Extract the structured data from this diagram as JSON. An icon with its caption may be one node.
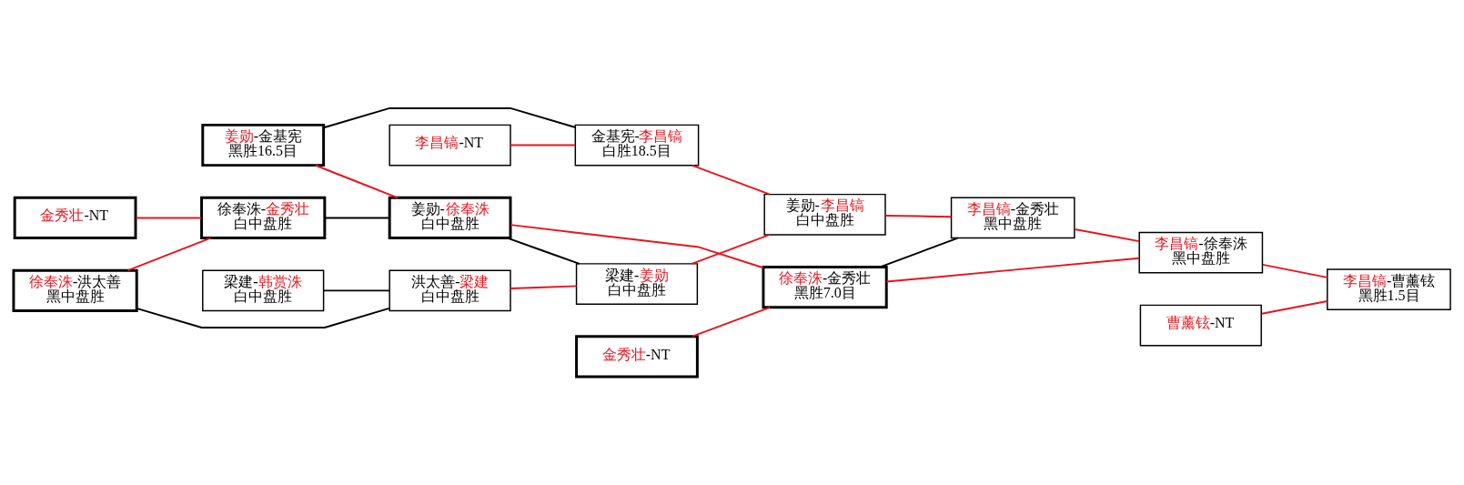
{
  "diagram": {
    "nodes": [
      {
        "text": [
          "金秀壮-NT"
        ]
      },
      {
        "text": [
          "徐奉洙-洪太善",
          "黑中盘胜"
        ]
      },
      {
        "text": [
          "姜勋-金基宪",
          "黑胜16.5目"
        ]
      },
      {
        "text": [
          "徐奉洙-金秀壮",
          "白中盘胜"
        ]
      },
      {
        "text": [
          "梁建-韩赏洙",
          "白中盘胜"
        ]
      },
      {
        "text": [
          "李昌镐-NT"
        ]
      },
      {
        "text": [
          "姜勋-徐奉洙",
          "白中盘胜"
        ]
      },
      {
        "text": [
          "洪太善-梁建",
          "白中盘胜"
        ]
      },
      {
        "text": [
          "金秀壮-NT"
        ]
      },
      {
        "text": [
          "金基宪-李昌镐",
          "白胜18.5目"
        ]
      },
      {
        "text": [
          "梁建-姜勋",
          "白中盘胜"
        ]
      },
      {
        "text": [
          "姜勋-李昌镐",
          "白中盘胜"
        ]
      },
      {
        "text": [
          "徐奉洙-金秀壮",
          "黑胜7.0目"
        ]
      },
      {
        "text": [
          "李昌镐-金秀壮",
          "黑中盘胜"
        ]
      },
      {
        "text": [
          "李昌镐-徐奉洙",
          "黑中盘胜"
        ]
      },
      {
        "text": [
          "曹薰铉-NT"
        ]
      },
      {
        "text": [
          "李昌镐-曹薰铉",
          "黑胜1.5目"
        ]
      }
    ],
    "edges": [
      {
        "from": 0,
        "to": 3,
        "arrow": "none"
      },
      {
        "from": 1,
        "to": 3,
        "arrow": "none"
      },
      {
        "from": 1,
        "to": 7,
        "arrow": "none",
        "color": "#000000"
      },
      {
        "from": 4,
        "to": 7,
        "arrow": "none",
        "color": "#000000"
      },
      {
        "from": 2,
        "to": 9,
        "arrow": "none",
        "color": "#000000"
      },
      {
        "from": 2,
        "to": 6,
        "arrow": "none"
      },
      {
        "from": 3,
        "to": 6,
        "arrow": "none",
        "color": "#000000"
      },
      {
        "from": 5,
        "to": 9,
        "arrow": "none"
      },
      {
        "from": 6,
        "to": 10,
        "arrow": "none",
        "color": "#000000"
      },
      {
        "from": 6,
        "to": 12,
        "arrow": "none"
      },
      {
        "from": 7,
        "to": 10,
        "arrow": "none"
      },
      {
        "from": 8,
        "to": 12,
        "arrow": "none"
      },
      {
        "from": 9,
        "to": 11,
        "arrow": "none"
      },
      {
        "from": 10,
        "to": 11,
        "arrow": "none"
      },
      {
        "from": 11,
        "to": 13,
        "arrow": "none"
      },
      {
        "from": 12,
        "to": 13,
        "arrow": "none",
        "color": "#000000"
      },
      {
        "from": 12,
        "to": 14,
        "arrow": "none"
      },
      {
        "from": 13,
        "to": 14,
        "arrow": "none"
      },
      {
        "from": 14,
        "to": 16,
        "arrow": "none"
      },
      {
        "from": 15,
        "to": 16,
        "arrow": "none"
      }
    ]
  }
}
